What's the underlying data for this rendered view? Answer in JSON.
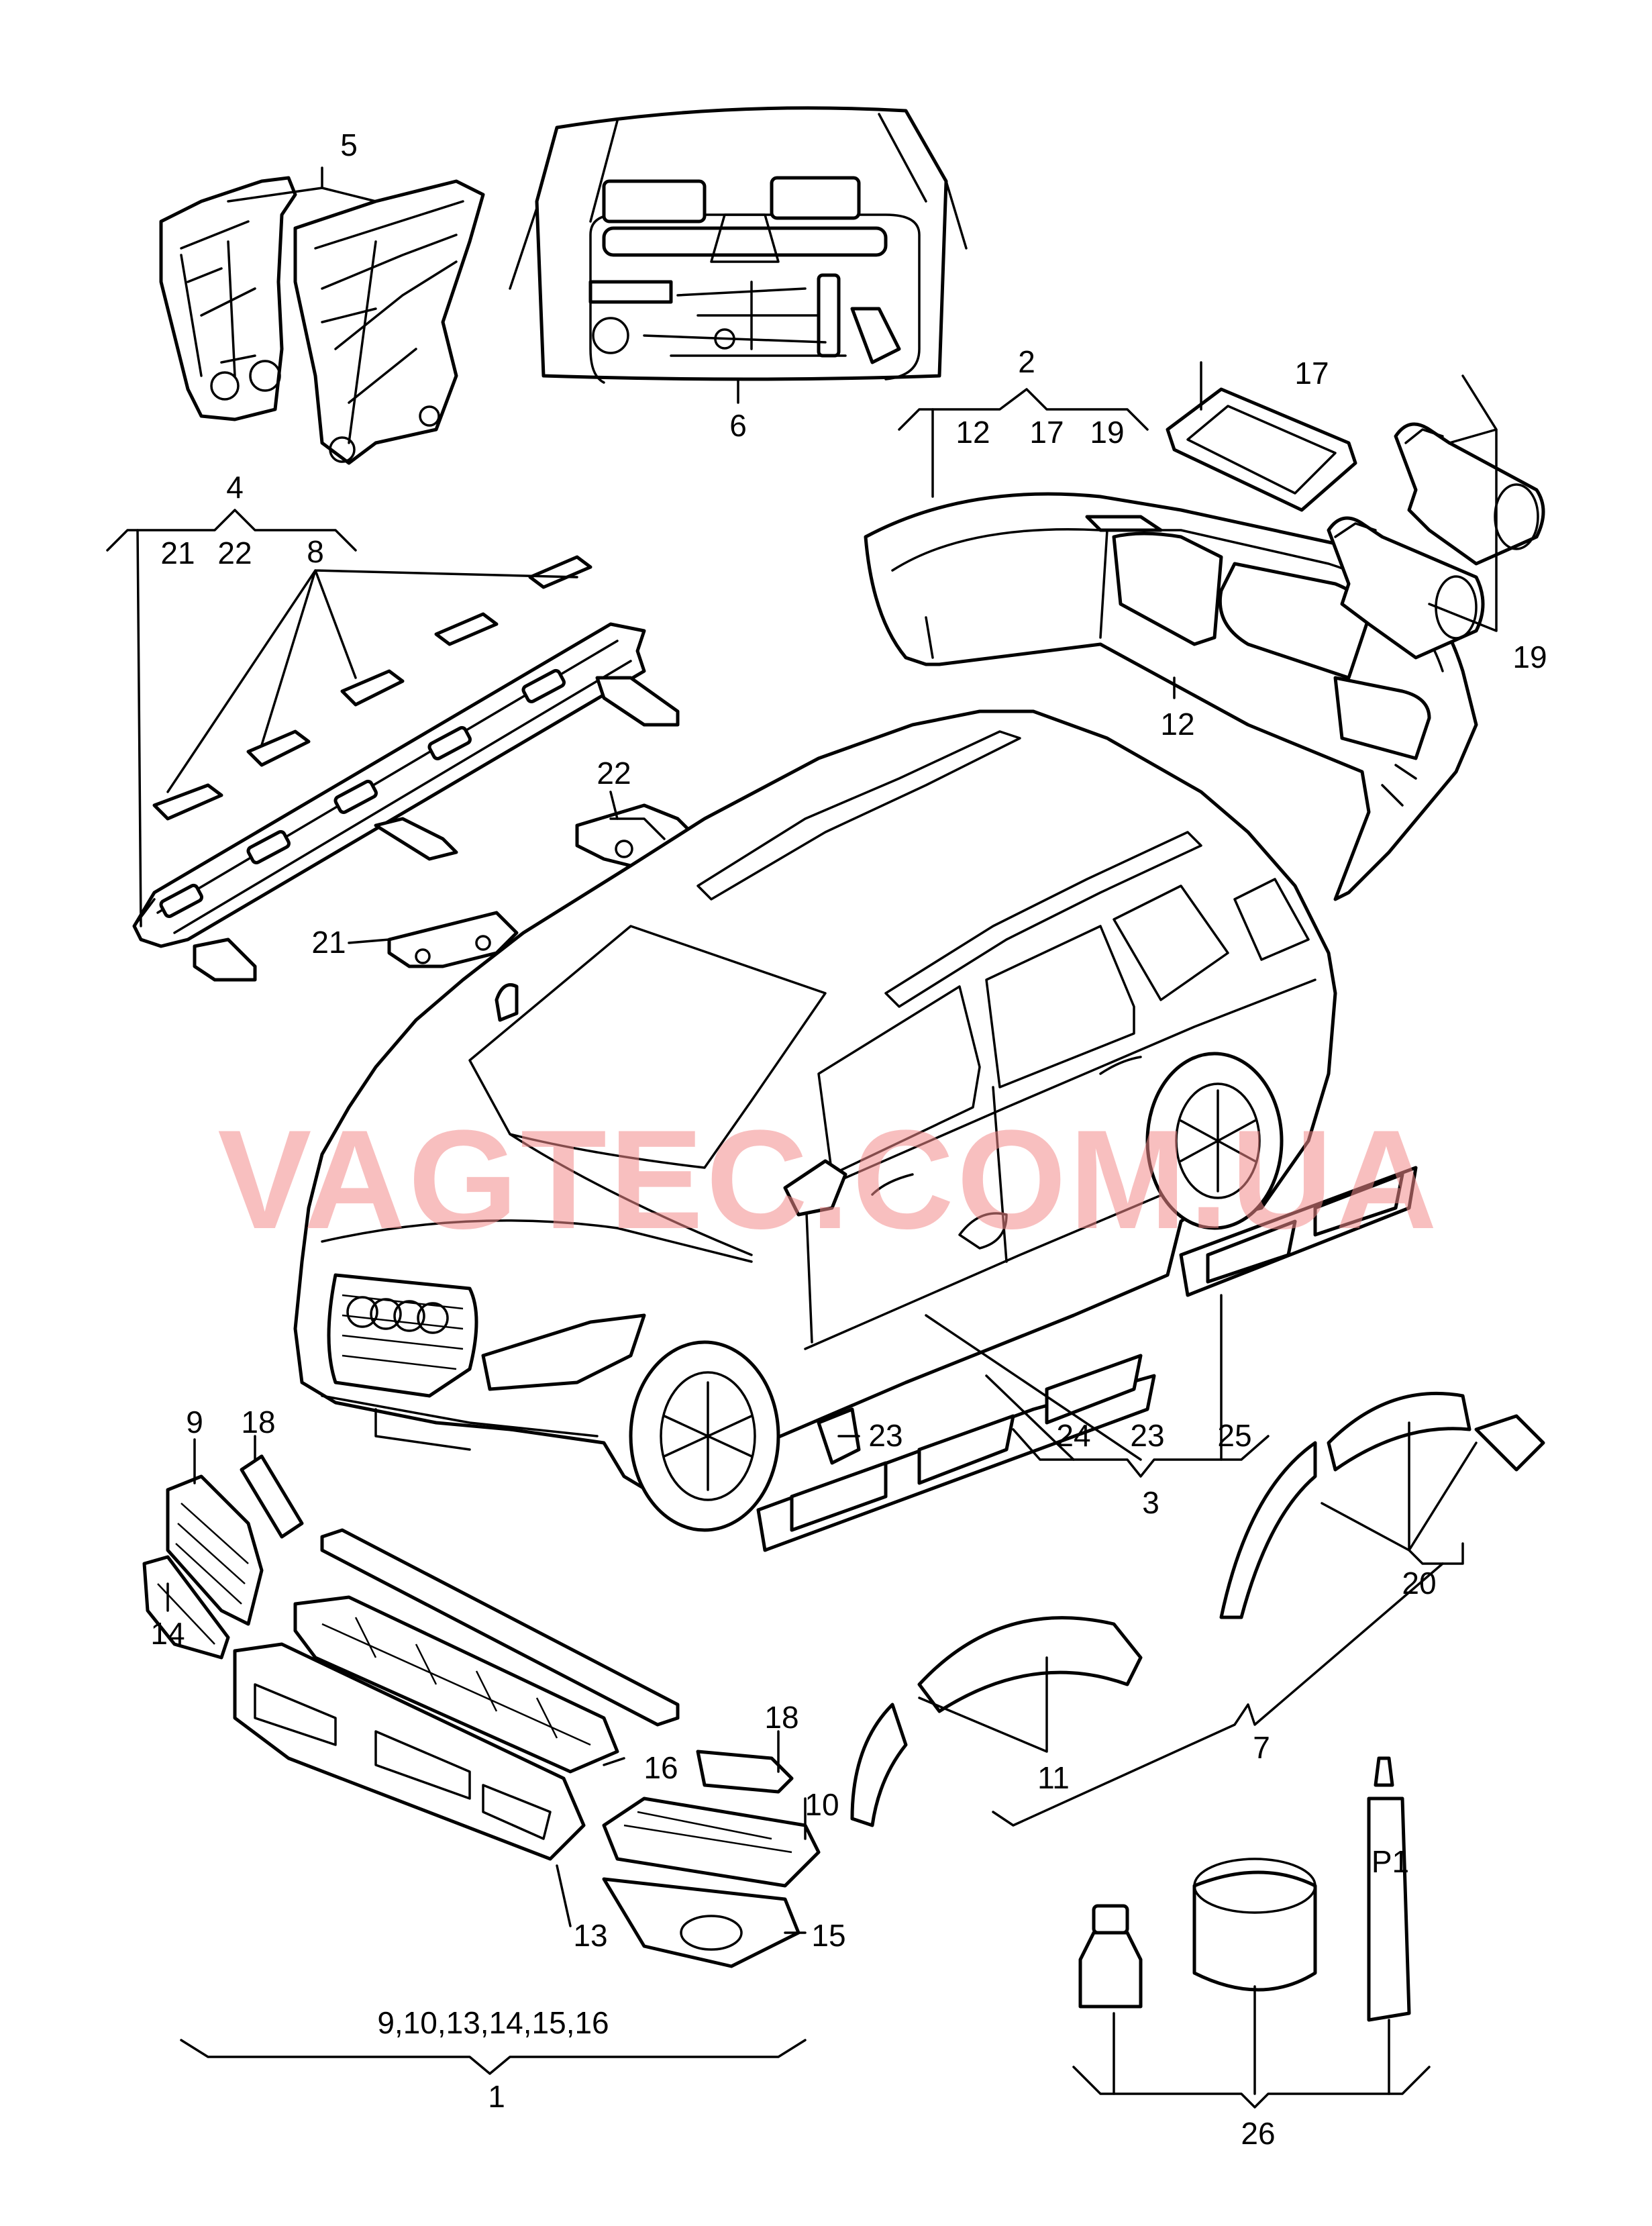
{
  "watermark": "VAGTEC.COM.UA",
  "colors": {
    "line": "#000000",
    "background": "#ffffff",
    "watermark": "#f28b8b"
  },
  "callouts": {
    "c1": "1",
    "c1_group": "9,10,13,14,15,16",
    "c2": "2",
    "c2_group": [
      "12",
      "17",
      "19"
    ],
    "c3": "3",
    "c3_group": [
      "24",
      "23",
      "25"
    ],
    "c4": "4",
    "c4_group": [
      "21",
      "22"
    ],
    "c5": "5",
    "c6": "6",
    "c7": "7",
    "c8": "8",
    "c9": "9",
    "c10": "10",
    "c11": "11",
    "c12": "12",
    "c13": "13",
    "c14": "14",
    "c15": "15",
    "c16": "16",
    "c17": "17",
    "c18a": "18",
    "c18b": "18",
    "c19": "19",
    "c20": "20",
    "c21": "21",
    "c22": "22",
    "c23": "23",
    "c26": "26",
    "tube_label": "P1"
  }
}
